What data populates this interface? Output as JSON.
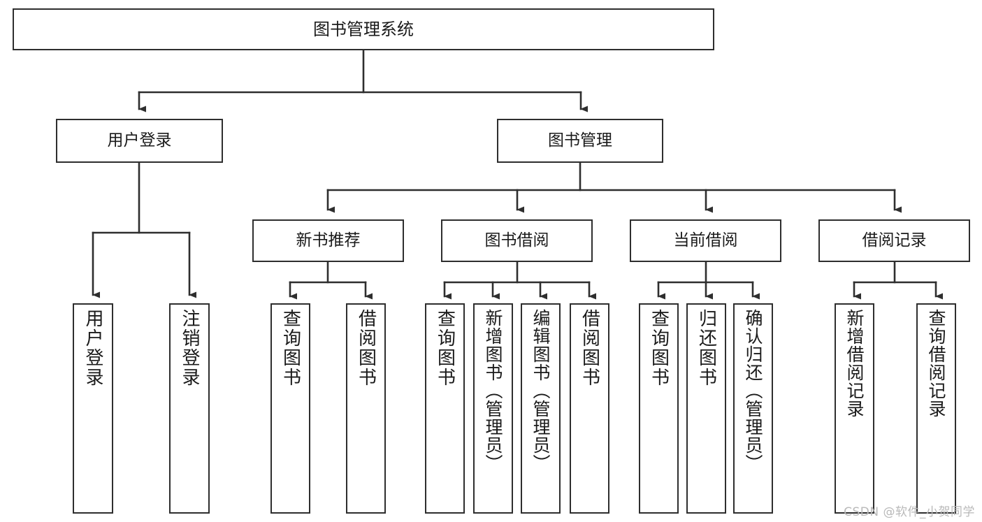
{
  "diagram": {
    "type": "tree-hierarchy",
    "title": "图书管理系统",
    "watermark": "CSDN @软件_小贺同学",
    "colors": {
      "box_stroke": "#2e2e2e",
      "box_fill": "#ffffff",
      "connector": "#2e2e2e",
      "text": "#1a1a1a",
      "watermark": "#b9b9b9",
      "background": "#ffffff"
    },
    "levels": [
      {
        "level": 1,
        "nodes": [
          {
            "id": "root",
            "label": "图书管理系统",
            "orientation": "horizontal"
          }
        ]
      },
      {
        "level": 2,
        "nodes": [
          {
            "id": "user-login",
            "label": "用户登录",
            "orientation": "horizontal"
          },
          {
            "id": "book-manage",
            "label": "图书管理",
            "orientation": "horizontal"
          }
        ]
      },
      {
        "level": 3,
        "nodes": [
          {
            "id": "new-book-recommend",
            "label": "新书推荐",
            "orientation": "horizontal"
          },
          {
            "id": "book-borrow",
            "label": "图书借阅",
            "orientation": "horizontal"
          },
          {
            "id": "current-borrow",
            "label": "当前借阅",
            "orientation": "horizontal"
          },
          {
            "id": "borrow-record",
            "label": "借阅记录",
            "orientation": "horizontal"
          }
        ]
      },
      {
        "level": 4,
        "nodes": [
          {
            "id": "leaf-user-login",
            "label": "用户登录",
            "orientation": "vertical",
            "parent": "user-login"
          },
          {
            "id": "leaf-user-logout",
            "label": "注销登录",
            "orientation": "vertical",
            "parent": "user-login"
          },
          {
            "id": "leaf-query-book-1",
            "label": "查询图书",
            "orientation": "vertical",
            "parent": "new-book-recommend"
          },
          {
            "id": "leaf-borrow-book-1",
            "label": "借阅图书",
            "orientation": "vertical",
            "parent": "new-book-recommend"
          },
          {
            "id": "leaf-query-book-2",
            "label": "查询图书",
            "orientation": "vertical",
            "parent": "book-borrow"
          },
          {
            "id": "leaf-add-book",
            "label": "新增图书（管理员）",
            "orientation": "vertical",
            "parent": "book-borrow"
          },
          {
            "id": "leaf-edit-book",
            "label": "编辑图书（管理员）",
            "orientation": "vertical",
            "parent": "book-borrow"
          },
          {
            "id": "leaf-borrow-book-2",
            "label": "借阅图书",
            "orientation": "vertical",
            "parent": "book-borrow"
          },
          {
            "id": "leaf-query-book-3",
            "label": "查询图书",
            "orientation": "vertical",
            "parent": "current-borrow"
          },
          {
            "id": "leaf-return-book",
            "label": "归还图书",
            "orientation": "vertical",
            "parent": "current-borrow"
          },
          {
            "id": "leaf-confirm-return",
            "label": "确认归还（管理员）",
            "orientation": "vertical",
            "parent": "current-borrow"
          },
          {
            "id": "leaf-add-record",
            "label": "新增借阅记录",
            "orientation": "vertical",
            "parent": "borrow-record"
          },
          {
            "id": "leaf-query-record",
            "label": "查询借阅记录",
            "orientation": "vertical",
            "parent": "borrow-record"
          }
        ]
      }
    ]
  }
}
